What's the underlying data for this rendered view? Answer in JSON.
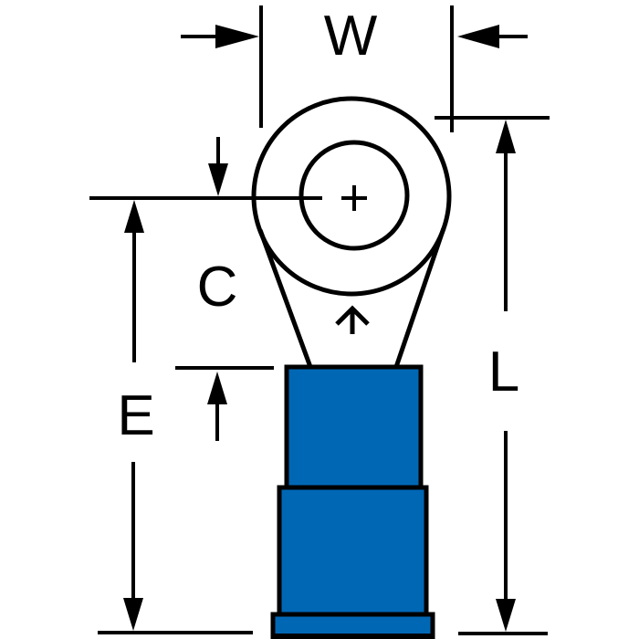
{
  "figure": {
    "kind": "ring-terminal-dimension-drawing",
    "dimensions": {
      "w": "W",
      "c": "C",
      "e": "E",
      "l": "L"
    },
    "center_mark": "+",
    "colors": {
      "line": "#000000",
      "insulation": "#0067B5",
      "background": "#FFFFFF"
    }
  }
}
